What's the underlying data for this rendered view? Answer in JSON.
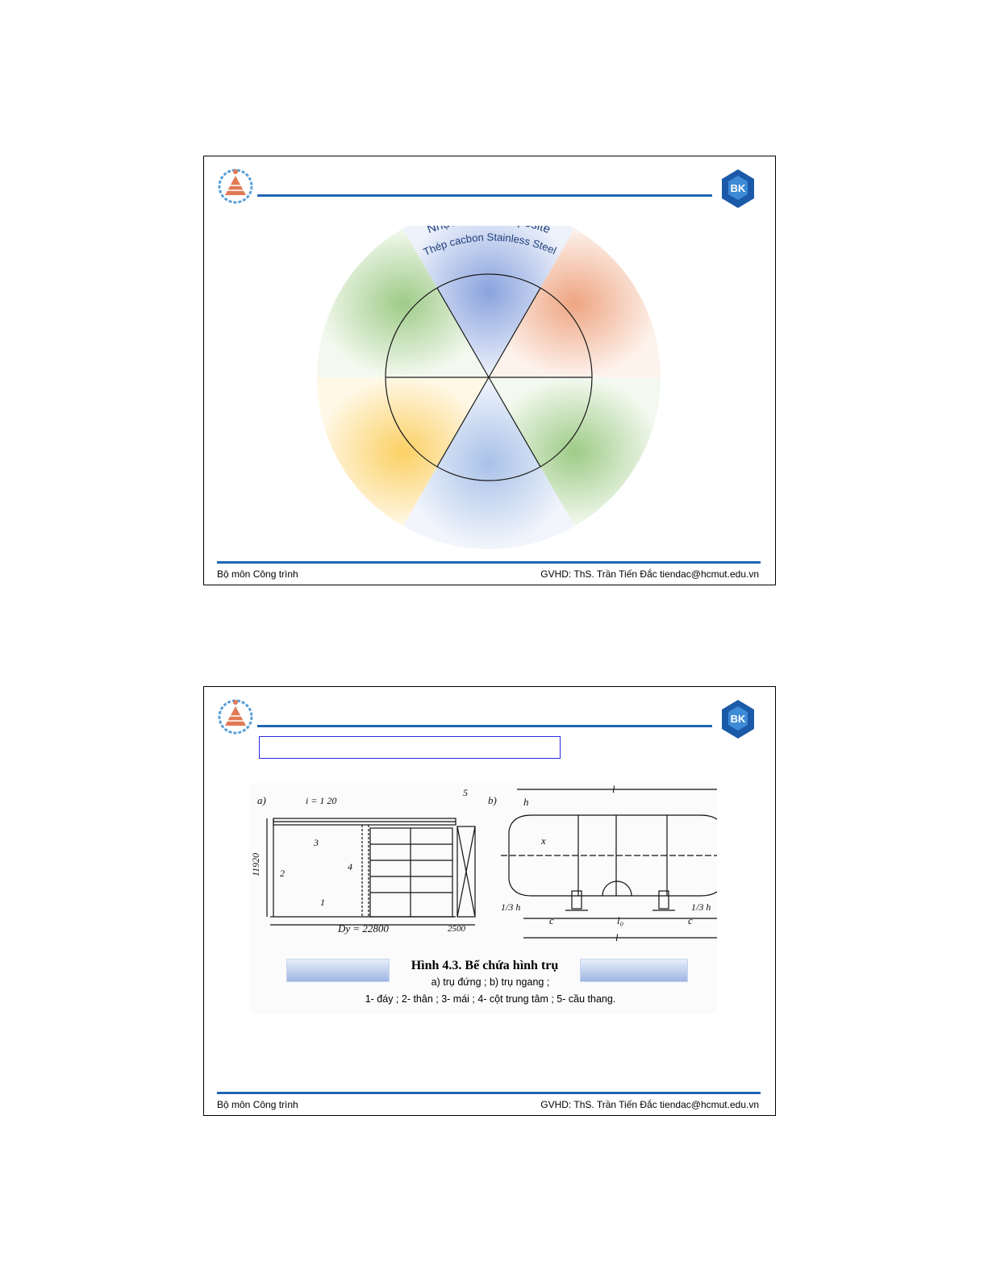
{
  "slides": [
    {
      "wheel": {
        "outer_top_line1": "Nhựa   Thép   Composite",
        "outer_top_line2": "Thép cacbon  Stainless Steel"
      },
      "footer": {
        "left": "Bộ môn Công trình",
        "right": "GVHD: ThS. Trần Tiến Đắc tiendac@hcmut.edu.vn"
      }
    },
    {
      "figure": {
        "caption_title": "Hình 4.3. Bể chứa hình trụ",
        "caption_sub": "a) trụ đứng ; b) trụ ngang ;",
        "caption_parts": "1- đáy ; 2- thân ; 3- mái ; 4- cột trung tâm ; 5- cầu thang.",
        "a": {
          "panel_label": "a)",
          "slope": "i = 1 20",
          "height": "11920",
          "diameter": "Dy = 22800",
          "stair_width": "2500",
          "part_1": "1",
          "part_2": "2",
          "part_3": "3",
          "part_4": "4",
          "part_5": "5"
        },
        "b": {
          "panel_label": "b)",
          "length_top": "l",
          "length_bottom": "l",
          "h_label": "h",
          "x_label": "x",
          "third_h_left": "1/3 h",
          "third_h_right": "1/3 h",
          "c_left": "c",
          "c_right": "c",
          "l0": "l₀"
        }
      },
      "footer": {
        "left": "Bộ môn Công trình",
        "right": "GVHD: ThS. Trần Tiến Đắc tiendac@hcmut.edu.vn"
      }
    }
  ],
  "colors": {
    "header_line": "#1f66b3",
    "caption_box_border": "#2a2ae0",
    "wheel_blue": "#a9bde6",
    "wheel_orange": "#f3b79c",
    "wheel_green": "#b6d6a3",
    "wheel_yellow": "#fcd98b"
  },
  "icons": {
    "left_logo": "pyramid-logo-icon",
    "right_logo": "bk-hexagon-logo-icon"
  },
  "logo_text": {
    "bk": "BK"
  }
}
